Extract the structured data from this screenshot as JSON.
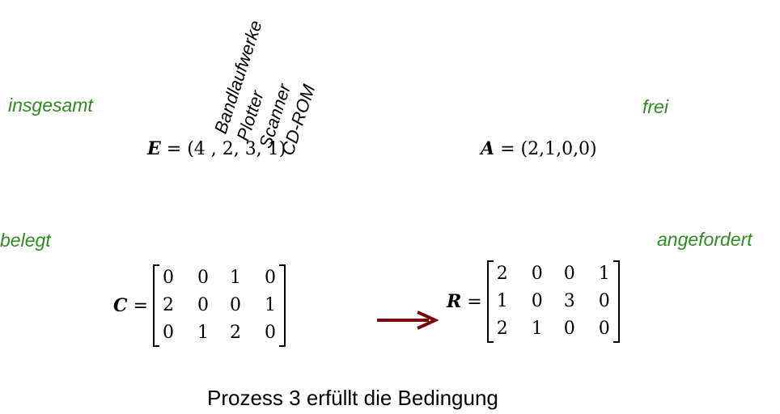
{
  "labels": {
    "total": "insgesamt",
    "free": "frei",
    "allocated": "belegt",
    "requested": "angefordert"
  },
  "devices": [
    "Bandlaufwerke",
    "Plotter",
    "Scanner",
    "CD-ROM"
  ],
  "vectorE": {
    "name": "E",
    "value": "= (4 , 2, 3, 1)"
  },
  "vectorA": {
    "name": "A",
    "value": "= (2,1,0,0)"
  },
  "matrixC": {
    "name": "C",
    "rows": [
      [
        "0",
        "0",
        "1",
        "0"
      ],
      [
        "2",
        "0",
        "0",
        "1"
      ],
      [
        "0",
        "1",
        "2",
        "0"
      ]
    ]
  },
  "matrixR": {
    "name": "R",
    "rows": [
      [
        "2",
        "0",
        "0",
        "1"
      ],
      [
        "1",
        "0",
        "3",
        "0"
      ],
      [
        "2",
        "1",
        "0",
        "0"
      ]
    ]
  },
  "footer": "Prozess 3 erfüllt die Bedingung",
  "colors": {
    "label": "#2e8b1e",
    "arrow": "#7a0a0a"
  }
}
